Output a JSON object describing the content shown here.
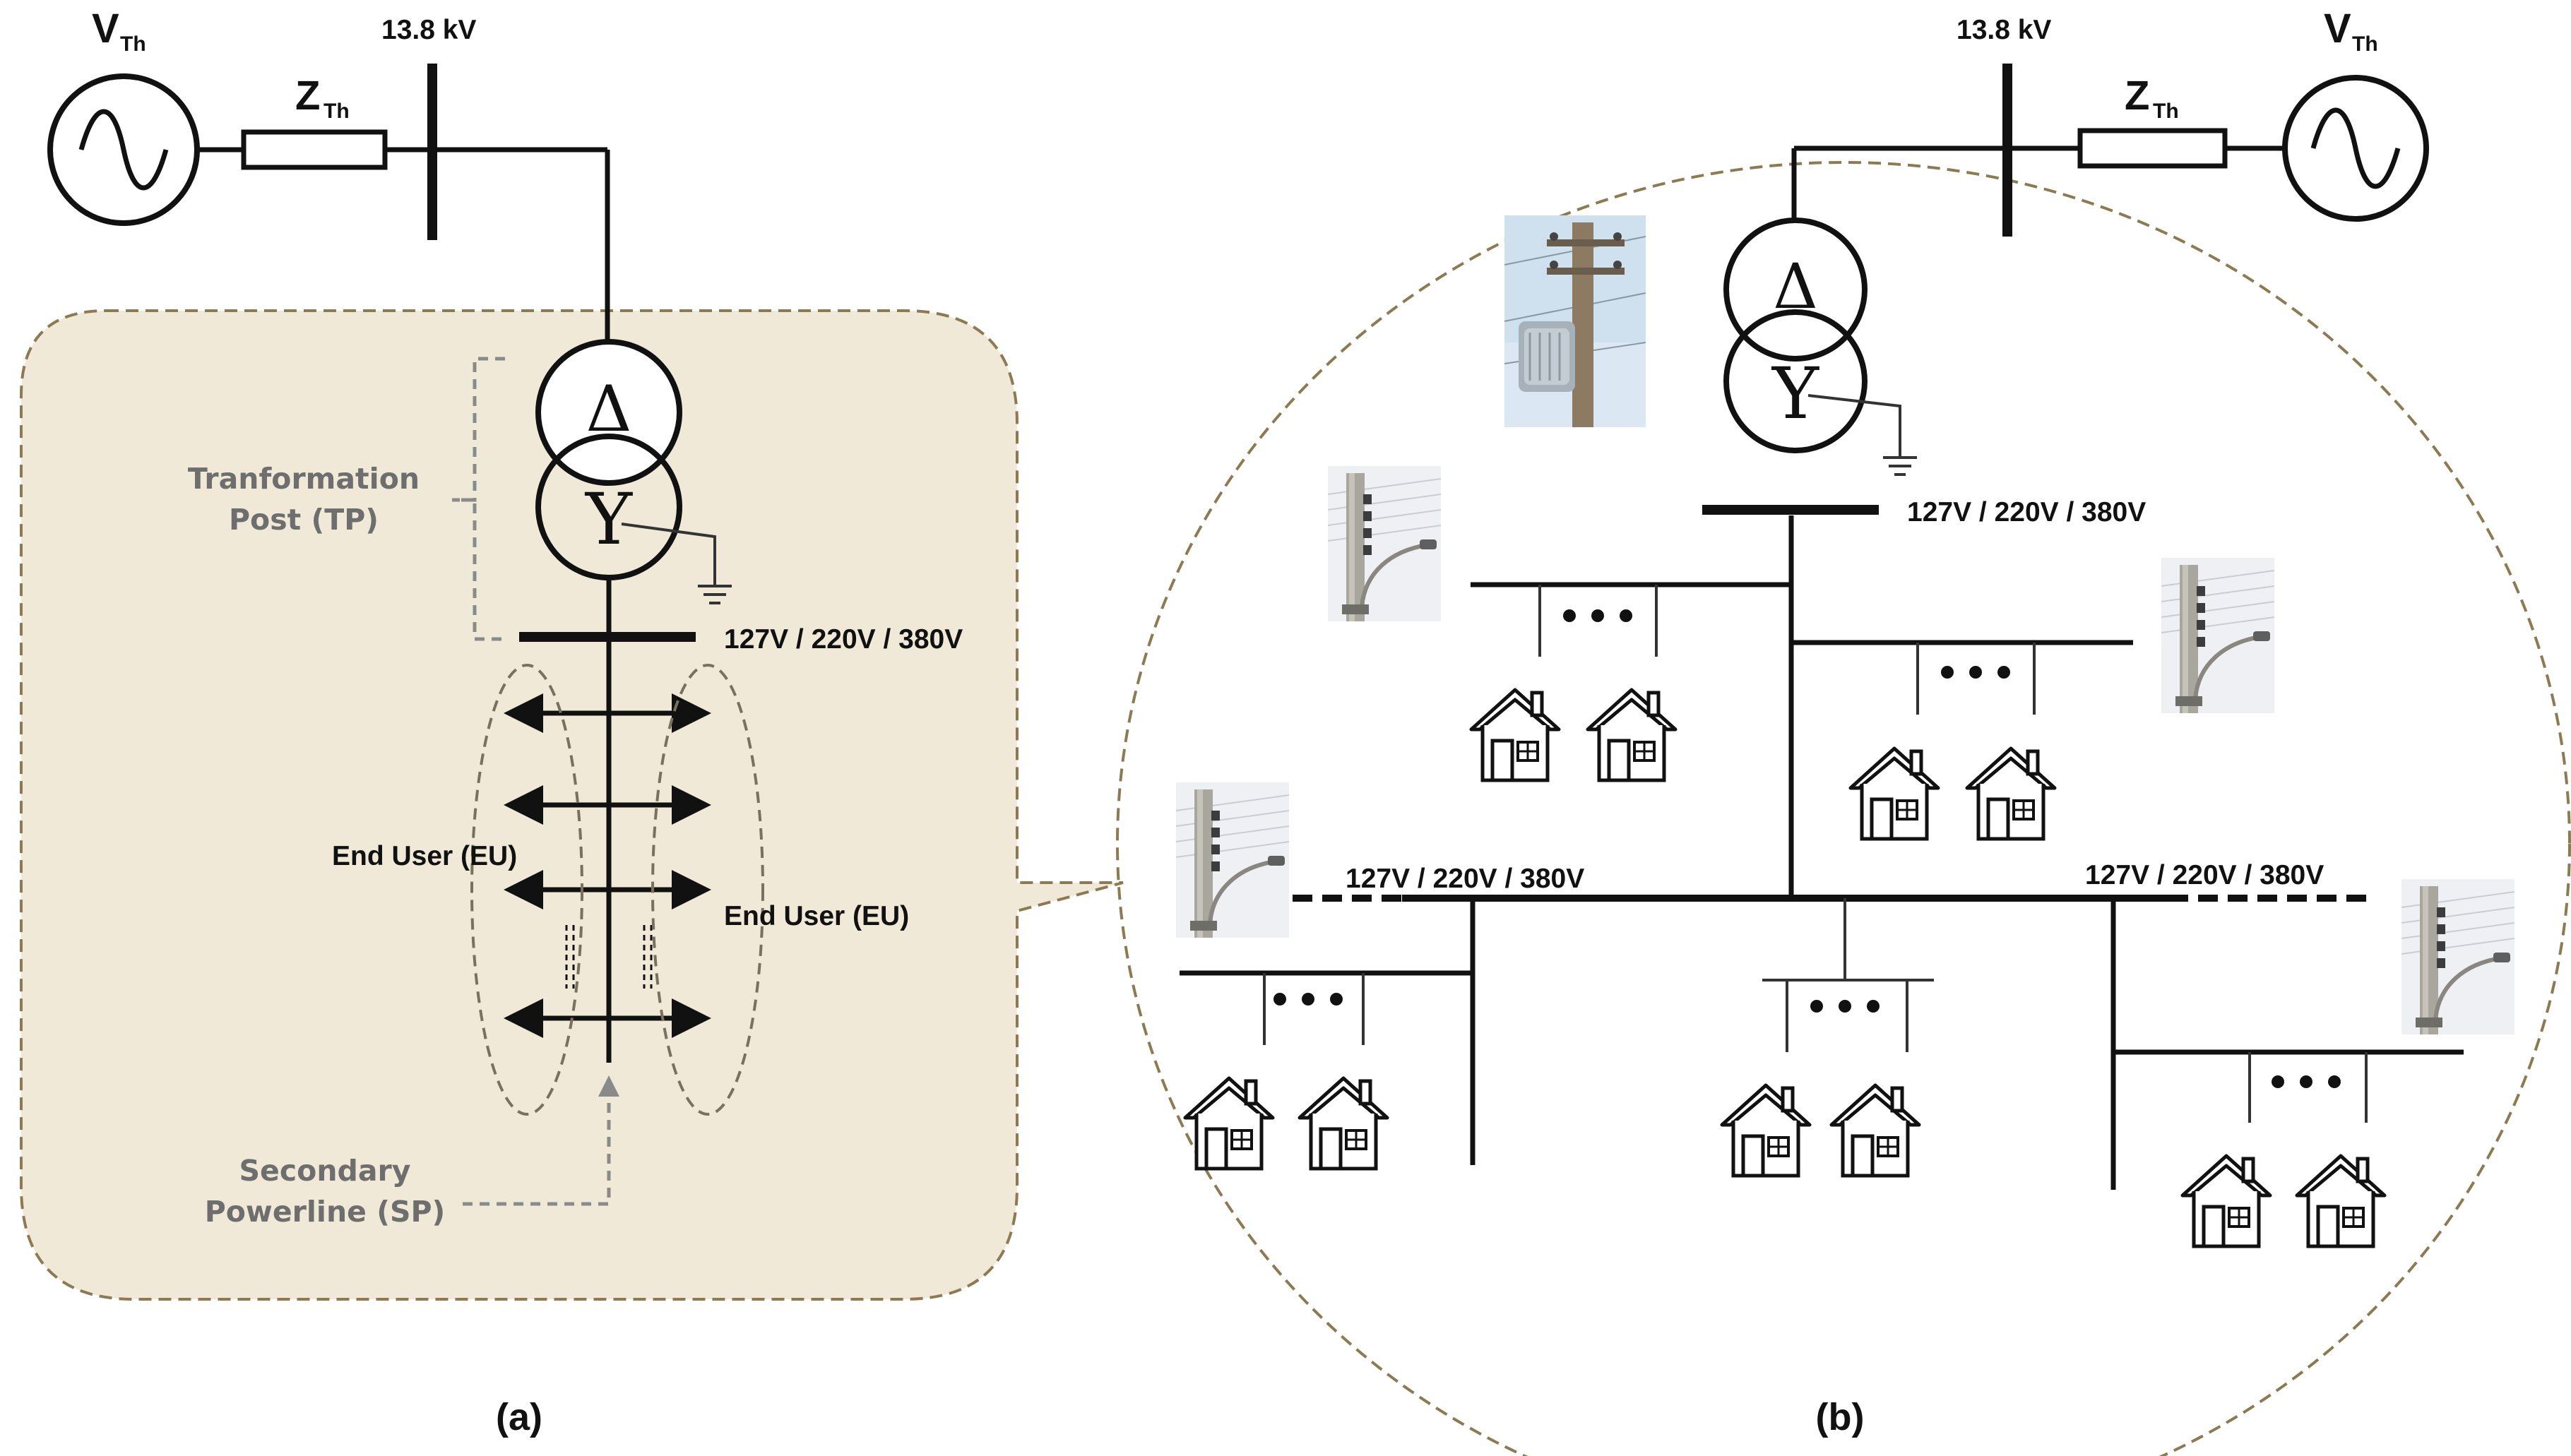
{
  "panel_a": {
    "source": {
      "v_main": "V",
      "v_sub": "Th",
      "z_main": "Z",
      "z_sub": "Th"
    },
    "hv_bus_label": "13.8 kV",
    "transformer": {
      "primary_symbol": "Δ",
      "secondary_symbol": "Y"
    },
    "tp_label_line1": "Tranformation",
    "tp_label_line2": "Post (TP)",
    "lv_bus_label": "127V / 220V / 380V",
    "eu_left_label": "End User (EU)",
    "eu_right_label": "End User (EU)",
    "sp_label_line1": "Secondary",
    "sp_label_line2": "Powerline (SP)",
    "caption": "(a)"
  },
  "panel_b": {
    "source": {
      "v_main": "V",
      "v_sub": "Th",
      "z_main": "Z",
      "z_sub": "Th"
    },
    "hv_bus_label": "13.8 kV",
    "transformer": {
      "primary_symbol": "Δ",
      "secondary_symbol": "Y"
    },
    "lv_bus_label_top": "127V / 220V / 380V",
    "lv_bus_label_left": "127V / 220V / 380V",
    "lv_bus_label_right": "127V / 220V / 380V",
    "caption": "(b)"
  },
  "colors": {
    "callout_fill": "#f0e9d8",
    "callout_stroke": "#8c7a52",
    "line": "#111111",
    "grey_text": "#6e6e6e"
  },
  "icon_names": [
    "ac-source-icon",
    "impedance-icon",
    "delta-winding-icon",
    "wye-winding-icon",
    "ground-icon",
    "house-icon",
    "utility-pole-photo",
    "transformer-pole-photo"
  ]
}
